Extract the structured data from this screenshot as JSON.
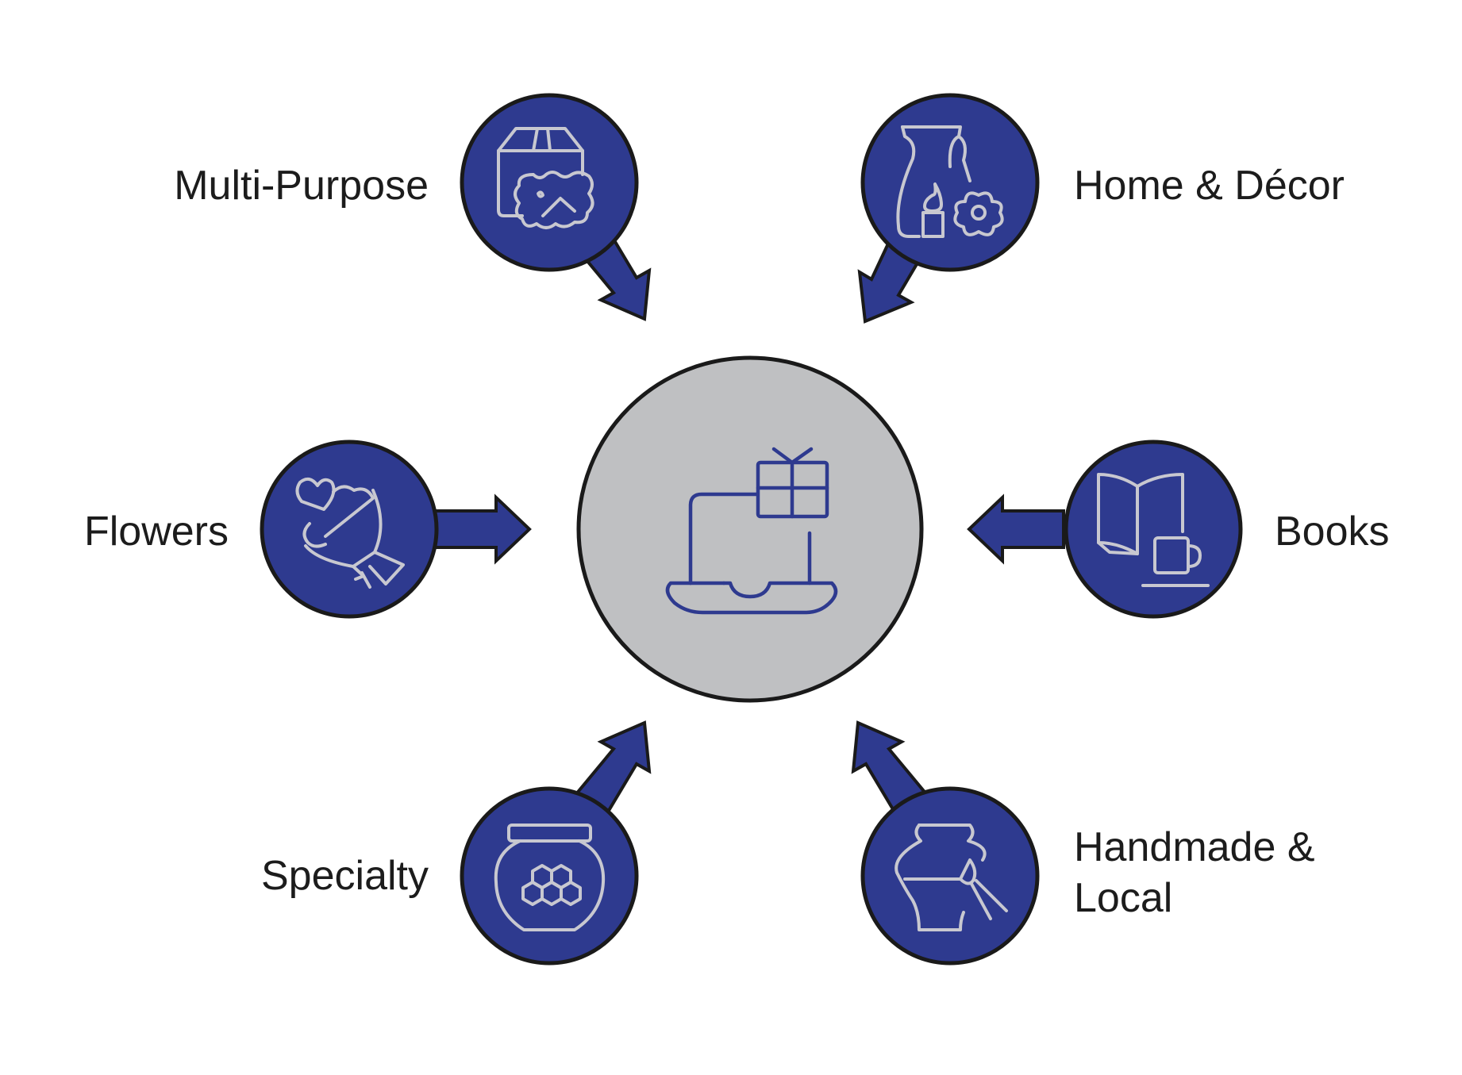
{
  "colors": {
    "node_fill": "#2e3a8f",
    "hub_fill": "#bfc0c2",
    "stroke": "#1a1a1a",
    "icon_light": "#c8c8d0",
    "icon_dark": "#2e3a8f"
  },
  "hub": {
    "icon": "laptop-gift-icon"
  },
  "categories": [
    {
      "id": "multi-purpose",
      "label": "Multi-Purpose",
      "icon": "box-puzzle-icon"
    },
    {
      "id": "home-decor",
      "label": "Home & Décor",
      "icon": "vase-candle-flower-icon"
    },
    {
      "id": "flowers",
      "label": "Flowers",
      "icon": "bouquet-icon"
    },
    {
      "id": "books",
      "label": "Books",
      "icon": "book-cup-icon"
    },
    {
      "id": "specialty",
      "label": "Specialty",
      "icon": "honey-jar-icon"
    },
    {
      "id": "handmade-local",
      "label_line1": "Handmade &",
      "label_line2": "Local",
      "icon": "pottery-brush-icon"
    }
  ]
}
